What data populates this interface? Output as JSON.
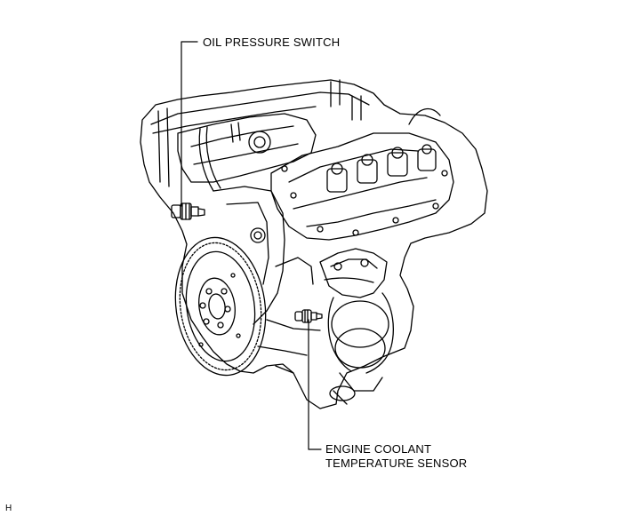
{
  "callouts": {
    "oil_pressure_switch": "OIL PRESSURE SWITCH",
    "engine_coolant_line1": "ENGINE COOLANT",
    "engine_coolant_line2": "TEMPERATURE SENSOR"
  },
  "corner_code": "H",
  "colors": {
    "line": "#000000",
    "background": "#ffffff"
  }
}
